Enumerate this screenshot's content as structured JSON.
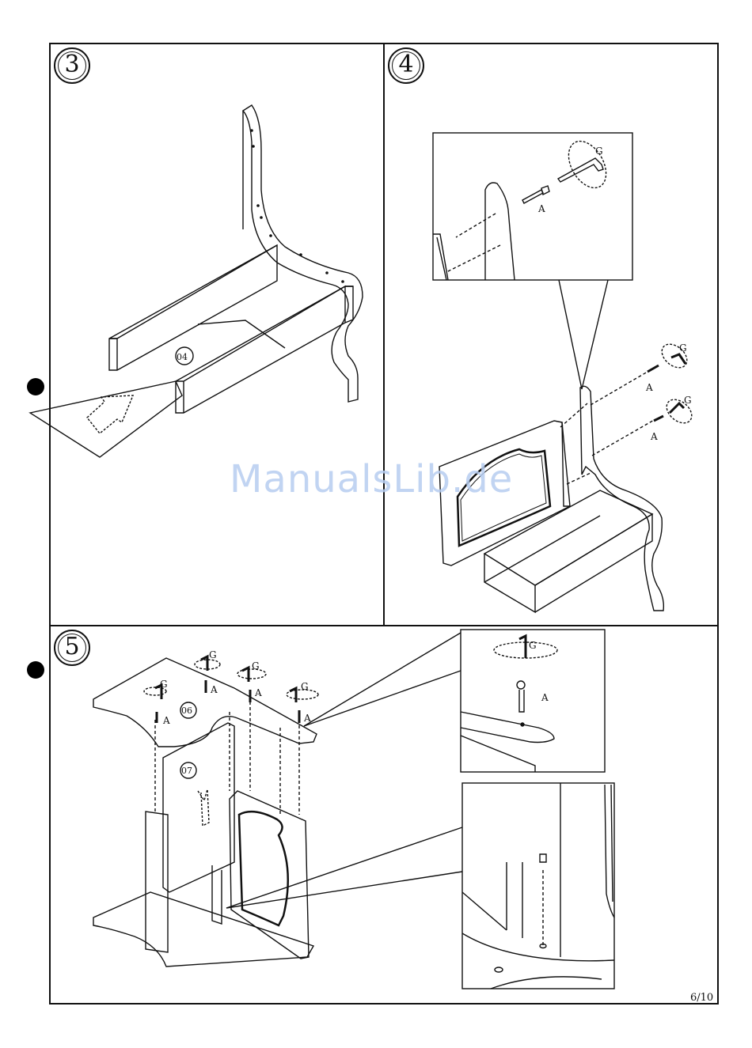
{
  "page": {
    "page_number": "6/10"
  },
  "steps": [
    {
      "number": "3",
      "parts": [
        "04"
      ]
    },
    {
      "number": "4",
      "hardware": [
        "G",
        "A",
        "G",
        "A",
        "G",
        "A"
      ]
    },
    {
      "number": "5",
      "parts": [
        "06",
        "07"
      ],
      "hardware": [
        "G",
        "A",
        "G",
        "A",
        "G",
        "A",
        "G",
        "A",
        "G",
        "A"
      ]
    }
  ],
  "watermark": "ManualsLib.de"
}
